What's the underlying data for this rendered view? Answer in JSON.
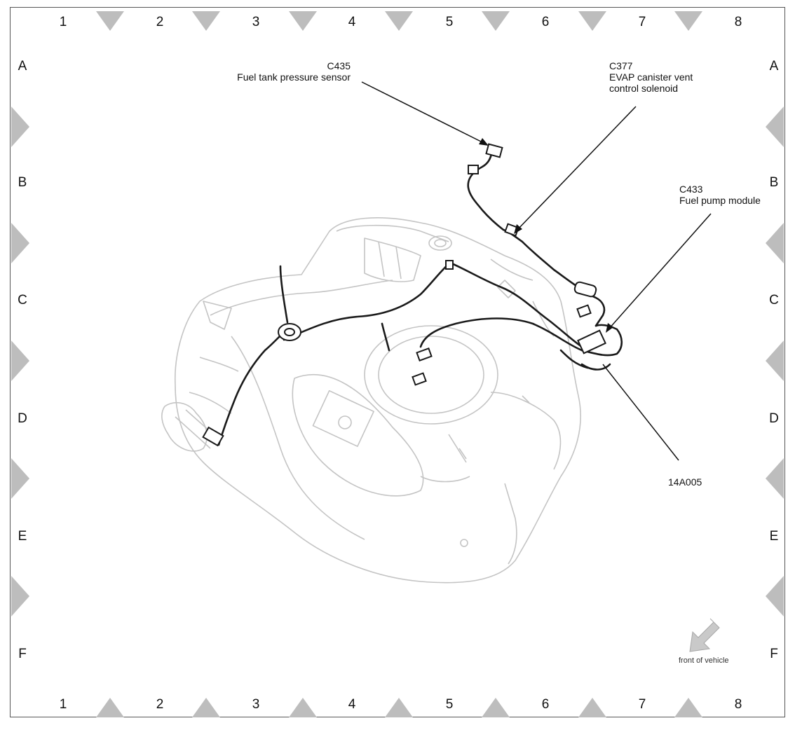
{
  "grid": {
    "columns": [
      "1",
      "2",
      "3",
      "4",
      "5",
      "6",
      "7",
      "8"
    ],
    "rows": [
      "A",
      "B",
      "C",
      "D",
      "E",
      "F"
    ]
  },
  "callouts": {
    "c435": {
      "code": "C435",
      "name": "Fuel tank pressure sensor"
    },
    "c377": {
      "code": "C377",
      "line1": "EVAP canister vent",
      "line2": "control solenoid"
    },
    "c433": {
      "code": "C433",
      "name": "Fuel pump module"
    },
    "harness": {
      "code": "14A005"
    }
  },
  "direction": {
    "label": "front of vehicle",
    "icon": "arrow-down-left-icon"
  }
}
